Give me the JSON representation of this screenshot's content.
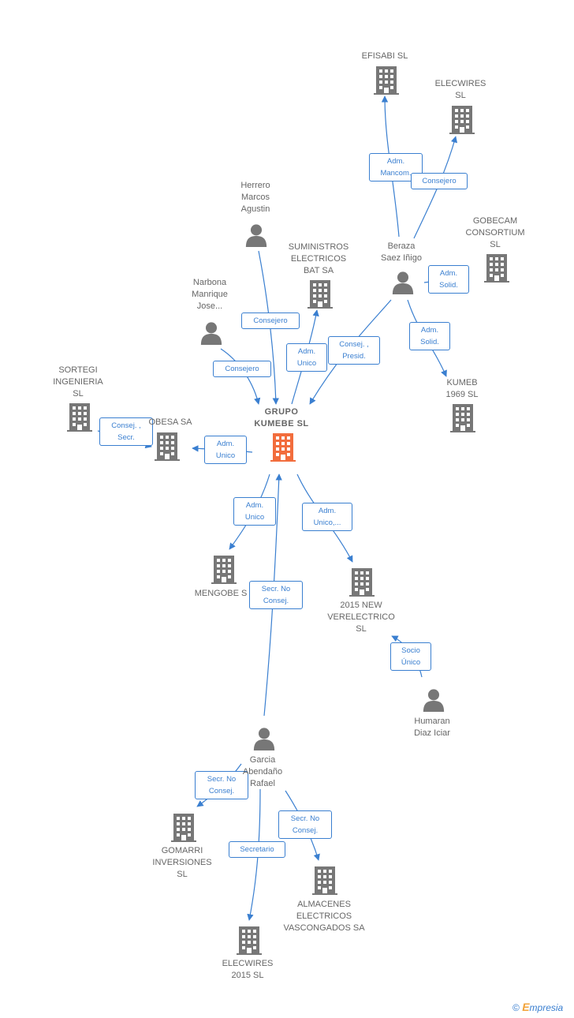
{
  "colors": {
    "edge": "#3a7fd0",
    "node": "#777777",
    "center": "#f26d3d"
  },
  "nodes": [
    {
      "id": "efisabi",
      "kind": "company",
      "label": "EFISABI  SL"
    },
    {
      "id": "elecwires",
      "kind": "company",
      "label": "ELECWIRES\nSL"
    },
    {
      "id": "herrero",
      "kind": "person",
      "label": "Herrero\nMarcos\nAgustin"
    },
    {
      "id": "gobecam",
      "kind": "company",
      "label": "GOBECAM\nCONSORTIUM\nSL"
    },
    {
      "id": "suministros",
      "kind": "company",
      "label": "SUMINISTROS\nELECTRICOS\nBAT SA"
    },
    {
      "id": "beraza",
      "kind": "person",
      "label": "Beraza\nSaez Iñigo"
    },
    {
      "id": "narbona",
      "kind": "person",
      "label": "Narbona\nManrique\nJose..."
    },
    {
      "id": "sortegi",
      "kind": "company",
      "label": "SORTEGI\nINGENIERIA\nSL"
    },
    {
      "id": "kumeb",
      "kind": "company",
      "label": "KUMEB\n1969  SL"
    },
    {
      "id": "grupo",
      "kind": "center",
      "label": "GRUPO\nKUMEBE  SL"
    },
    {
      "id": "obesa",
      "kind": "company",
      "label": "OBESA SA"
    },
    {
      "id": "mengobe",
      "kind": "company",
      "label": "MENGOBE  S"
    },
    {
      "id": "verelectrico",
      "kind": "company",
      "label": "2015 NEW\nVERELECTRICO\nSL"
    },
    {
      "id": "humaran",
      "kind": "person",
      "label": "Humaran\nDiaz Iciar"
    },
    {
      "id": "garcia",
      "kind": "person",
      "label": "Garcia\nAbendaño\nRafael"
    },
    {
      "id": "gomarri",
      "kind": "company",
      "label": "GOMARRI\nINVERSIONES\nSL"
    },
    {
      "id": "almacenes",
      "kind": "company",
      "label": "ALMACENES\nELECTRICOS\nVASCONGADOS SA"
    },
    {
      "id": "elecwires2015",
      "kind": "company",
      "label": "ELECWIRES\n2015  SL"
    }
  ],
  "edges": [
    {
      "id": "beraza-efisabi",
      "label": "Adm.\nMancom."
    },
    {
      "id": "beraza-elecwires",
      "label": "Consejero"
    },
    {
      "id": "beraza-gobecam",
      "label": "Adm.\nSolid."
    },
    {
      "id": "beraza-kumeb",
      "label": "Adm.\nSolid."
    },
    {
      "id": "beraza-grupo",
      "label": "Consej. ,\nPresid."
    },
    {
      "id": "herrero-grupo",
      "label": "Consejero"
    },
    {
      "id": "narbona-grupo",
      "label": "Consejero"
    },
    {
      "id": "grupo-suministros",
      "label": "Adm.\nUnico"
    },
    {
      "id": "sortegi-obesa",
      "label": "Consej. ,\nSecr."
    },
    {
      "id": "grupo-obesa",
      "label": "Adm.\nUnico"
    },
    {
      "id": "grupo-mengobe",
      "label": "Adm.\nUnico"
    },
    {
      "id": "grupo-verelectrico",
      "label": "Adm.\nUnico,..."
    },
    {
      "id": "garcia-grupo",
      "label": "Secr.  No\nConsej."
    },
    {
      "id": "humaran-verelectrico",
      "label": "Socio\nÚnico"
    },
    {
      "id": "garcia-gomarri",
      "label": "Secr.  No\nConsej."
    },
    {
      "id": "garcia-almacenes",
      "label": "Secr.  No\nConsej."
    },
    {
      "id": "garcia-elecwires2015",
      "label": "Secretario"
    }
  ],
  "footer": {
    "copyright_symbol": "©",
    "brand_first": "E",
    "brand_rest": "mpresia"
  }
}
